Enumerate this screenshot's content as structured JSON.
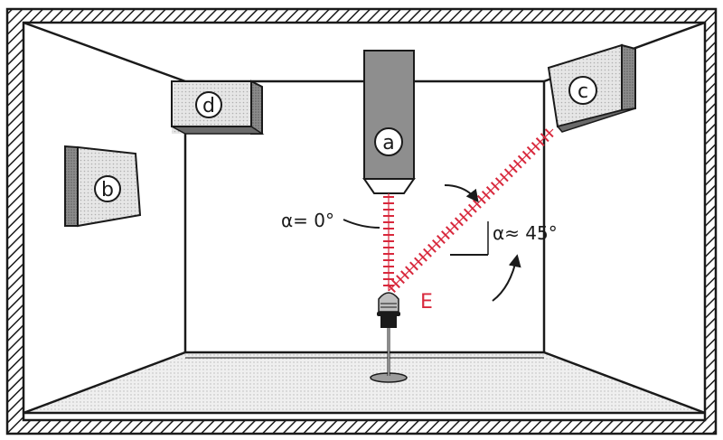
{
  "diagram": {
    "speakers": {
      "a": "a",
      "b": "b",
      "c": "c",
      "d": "d"
    },
    "angles": {
      "on_axis": "α= 0°",
      "off_axis": "α≈ 45°"
    },
    "point_label": "E",
    "colors": {
      "beam": "#d8283c",
      "outline": "#1a1a1a",
      "box_fill": "#e4e4e4",
      "box_side": "#8a8a8a",
      "floor": "#ececec"
    },
    "icons": {
      "microphone": "microphone-icon"
    }
  }
}
